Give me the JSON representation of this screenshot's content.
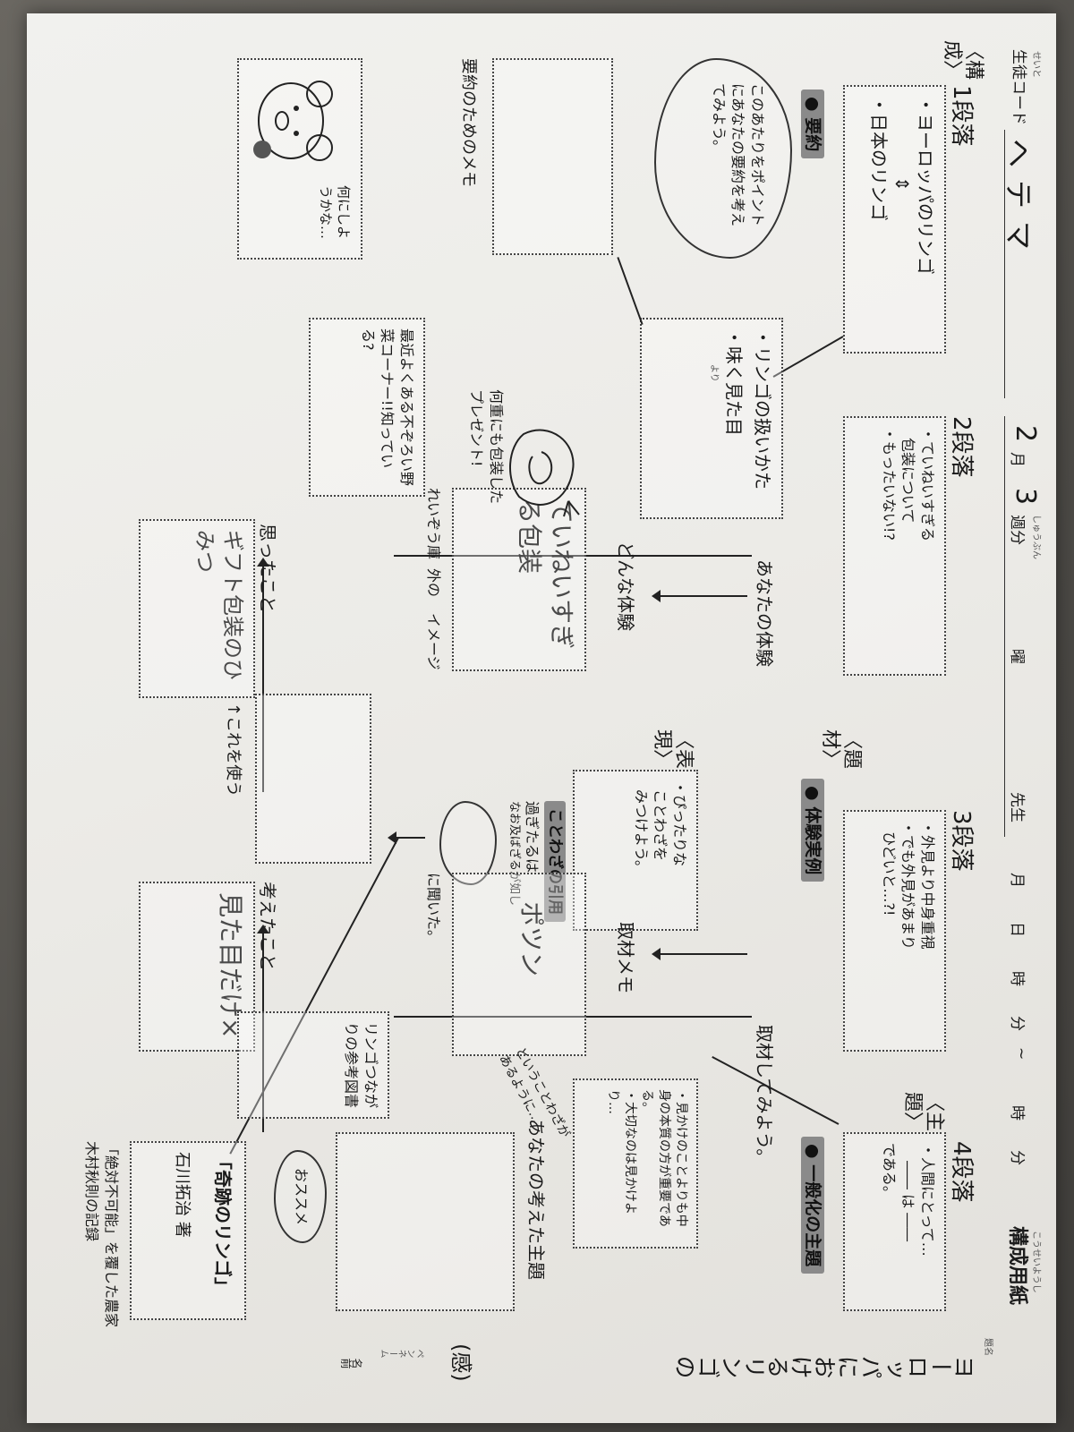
{
  "header": {
    "student_code_ruby": "せいと",
    "student_code_label": "生徒コード",
    "theme_mark": "ヘテマ",
    "month_value": "2",
    "month_unit": "月",
    "week_value": "3",
    "week_unit": "週分",
    "week_ruby": "しゅうぶん",
    "day_unit": "曜",
    "teacher_label": "先生",
    "date_labels": [
      "月",
      "日",
      "時",
      "分",
      "~",
      "時",
      "分"
    ],
    "form_title_ruby": "こうせいようし",
    "form_title": "構成用紙",
    "title_label": "題名",
    "pen_label": "ペンネーム",
    "name_label": "名前"
  },
  "title_handwritten": "ヨーロッパにおけるリンゴの",
  "title_mark": "(感)",
  "sections": {
    "s1": {
      "heading": "1段落",
      "bracket": "〈構成〉",
      "line1": "・ヨーロッパのリンゴ",
      "arrow": "⇕",
      "line2": "・日本のリンゴ"
    },
    "s2": {
      "heading": "2段落",
      "line1": "・ていねいすぎる",
      "line2": "包装について",
      "line3": "・もったいない!?"
    },
    "s3": {
      "heading": "3段落",
      "line1": "・外見より中身重視",
      "line2": "・でも外見があまり",
      "line3": "ひどいと…?!"
    },
    "s4": {
      "heading": "4段落",
      "bracket": "〈主題〉",
      "line1": "・人間にとって…",
      "line2": "―― は ――",
      "line3": "である。"
    }
  },
  "summary": {
    "label": "● 要約",
    "detail1": "・リンゴの扱いかた",
    "detail2": "・味く見た目",
    "detail2_ruby": "より",
    "cloud": "このあたりをポイントにあなたの要約を考えてみよう。",
    "memo_label": "要約のためのメモ"
  },
  "experience": {
    "label": "● 体験実例",
    "bracket": "〈題材〉",
    "heading": "あなたの体験",
    "prompt": "どんな体験",
    "memo": "ていねいすぎる包装",
    "note1": "れいぞう庫",
    "note2": "外の",
    "note3": "イメージ",
    "gift_note": "何重にも包装したプレゼント!",
    "idea_box": "最近よくある不ぞろい野菜コーナー!!知っている?",
    "thought_label": "思ったこと",
    "thought_memo": "ギフト包装のひみつ"
  },
  "expression": {
    "bracket": "〈表現〉",
    "line1": "・ぴったりな",
    "line2": "ことわざを",
    "line3": "みつけよう。",
    "proverb_label": "ことわざの引用",
    "proverb_sub1": "過ぎたるは",
    "proverb_sub2": "なお及ばざるが如し",
    "use_label": "↑これを使う"
  },
  "interview": {
    "heading": "取材してみよう。",
    "label": "取材メモ",
    "memo": "ポツン",
    "note": "に聞いた。",
    "thought_label": "考えたこと",
    "thought_memo": "見た目だけ×"
  },
  "theme": {
    "label": "● 一般化の主題",
    "line1": "・見かけのことよりも中身の本質の方が重要である。",
    "line2": "・大切なのは見かけより…",
    "opinion_label": "あなたの考えた主題",
    "diag1": "ということわざが",
    "diag2": "あるように…"
  },
  "references": {
    "heading": "リンゴつながりの参考図書",
    "cloud": "おススメ",
    "book_intro": "「絶対不可能」を覆した農家 木村秋則の記録",
    "book_title": "「奇跡のリンゴ」",
    "book_author": "石川拓治 著"
  },
  "mascot": {
    "note": "何にしようかな…",
    "icon": "bear-icon"
  }
}
